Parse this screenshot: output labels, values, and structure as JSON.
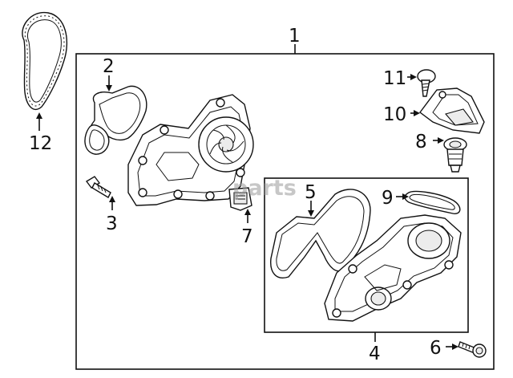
{
  "watermark": "parts",
  "callouts": {
    "c1": "1",
    "c2": "2",
    "c3": "3",
    "c4": "4",
    "c5": "5",
    "c6": "6",
    "c7": "7",
    "c8": "8",
    "c9": "9",
    "c10": "10",
    "c11": "11",
    "c12": "12"
  },
  "parts": [
    {
      "ref": "1",
      "icon": "water-pump-assembly-frame"
    },
    {
      "ref": "2",
      "icon": "pump-gasket-icon"
    },
    {
      "ref": "3",
      "icon": "bolt-icon"
    },
    {
      "ref": "4",
      "icon": "housing-subassembly-frame"
    },
    {
      "ref": "5",
      "icon": "housing-gasket-icon"
    },
    {
      "ref": "6",
      "icon": "bolt-icon"
    },
    {
      "ref": "7",
      "icon": "sensor-icon"
    },
    {
      "ref": "8",
      "icon": "thermostat-icon"
    },
    {
      "ref": "9",
      "icon": "o-ring-icon"
    },
    {
      "ref": "10",
      "icon": "bracket-icon"
    },
    {
      "ref": "11",
      "icon": "screw-icon"
    },
    {
      "ref": "12",
      "icon": "belt-icon"
    }
  ]
}
